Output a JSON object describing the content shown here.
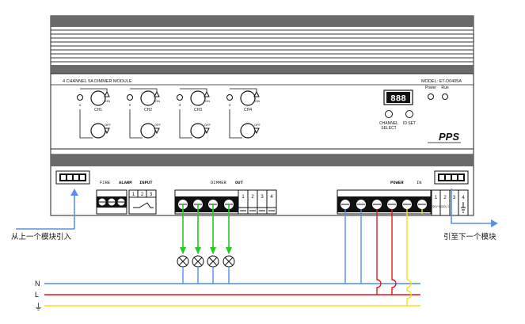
{
  "module": {
    "title": "4 CHANNEL 5A DIMMER MODULE",
    "model": "MODEL: ET-D0405A",
    "brand": "PPS",
    "display_digits": "888",
    "indicator_labels": [
      "Power",
      "Run"
    ],
    "channels": [
      {
        "number": "1",
        "name": "CH1"
      },
      {
        "number": "2",
        "name": "CH2"
      },
      {
        "number": "3",
        "name": "CH3"
      },
      {
        "number": "4",
        "name": "CH4"
      }
    ],
    "on_label": "ON",
    "off_label": "OFF",
    "channel_select_label": [
      "CHANNEL",
      "SELECT"
    ],
    "id_set_label": "ID SET"
  },
  "terminals": {
    "fire": "FIRE",
    "alarm": "ALARM",
    "input": "INPUT",
    "input_numbers": [
      "1",
      "2",
      "3"
    ],
    "dimmer": "DIMMER",
    "out": "OUT",
    "out_numbers": [
      "1",
      "2",
      "3",
      "4"
    ],
    "power": "POWER",
    "in": "IN",
    "power_numbers": [
      "1",
      "2",
      "3",
      "4"
    ],
    "power_sub": [
      "220V N",
      "220V L"
    ]
  },
  "annotations": {
    "left": "从上一个模块引入",
    "right": "引至下一个模块"
  },
  "bus": {
    "n": "N",
    "l": "L",
    "pe": "⏚"
  },
  "colors": {
    "neutral": "#4b8ef0",
    "live": "#e01818",
    "earth": "#f4e21a",
    "lamp_feed": "#22cc22",
    "arrow": "#5a8fe8"
  }
}
